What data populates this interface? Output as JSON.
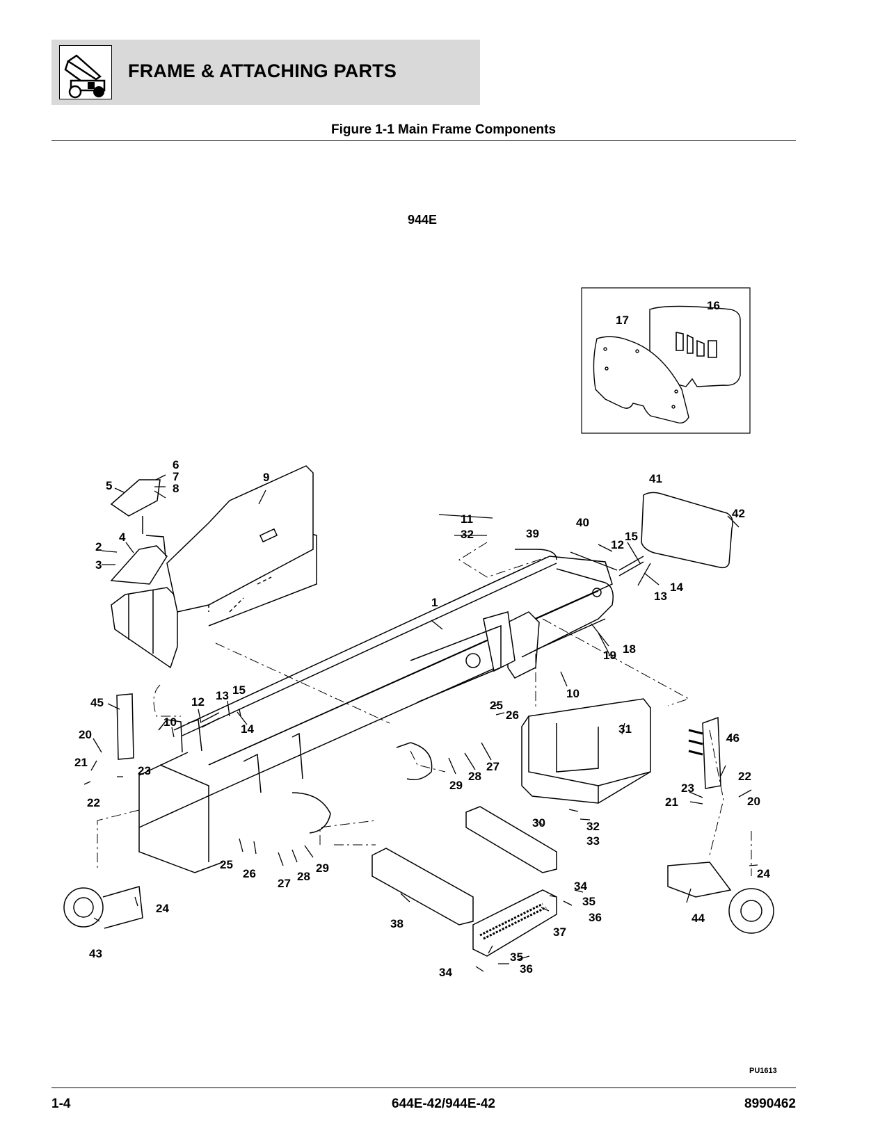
{
  "header": {
    "title": "FRAME & ATTACHING PARTS",
    "icon": "loader-machine-icon"
  },
  "figure": {
    "caption": "Figure 1-1 Main Frame Components",
    "model": "944E",
    "drawing_number": "PU1613"
  },
  "callouts": {
    "inset": [
      "16",
      "17"
    ],
    "main": [
      "1",
      "2",
      "3",
      "4",
      "5",
      "6",
      "7",
      "8",
      "9",
      "10",
      "10",
      "11",
      "12",
      "12",
      "13",
      "13",
      "14",
      "14",
      "15",
      "15",
      "18",
      "19",
      "20",
      "20",
      "21",
      "21",
      "22",
      "22",
      "23",
      "23",
      "24",
      "24",
      "25",
      "25",
      "26",
      "26",
      "27",
      "27",
      "28",
      "28",
      "29",
      "29",
      "30",
      "31",
      "32",
      "32",
      "33",
      "34",
      "34",
      "35",
      "35",
      "36",
      "36",
      "37",
      "38",
      "39",
      "40",
      "41",
      "42",
      "43",
      "44",
      "45",
      "46"
    ]
  },
  "footer": {
    "page": "1-4",
    "models": "644E-42/944E-42",
    "part_number": "8990462"
  }
}
